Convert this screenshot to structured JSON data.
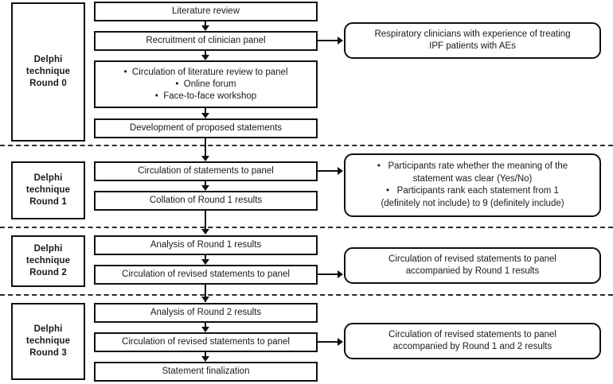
{
  "figure": {
    "type": "flowchart",
    "title": "Delphi technique process flow",
    "colors": {
      "stroke": "#111111",
      "background": "#ffffff",
      "divider": "#2b2b2b"
    }
  },
  "rounds": [
    {
      "label": "Delphi\ntechnique\nRound 0",
      "label_lines": [
        "Delphi",
        "technique",
        "Round 0"
      ],
      "steps": [
        {
          "text": "Literature review"
        },
        {
          "text": "Recruitment of clinician panel"
        },
        {
          "bullets": [
            "Circulation of literature review to panel",
            "Online forum",
            "Face-to-face workshop"
          ]
        },
        {
          "text": "Development of proposed statements"
        }
      ],
      "note": {
        "lines": [
          "Respiratory clinicians with experience of treating",
          "IPF patients with AEs"
        ]
      }
    },
    {
      "label": "Delphi\ntechnique\nRound 1",
      "label_lines": [
        "Delphi",
        "technique",
        "Round 1"
      ],
      "steps": [
        {
          "text": "Circulation of statements to panel"
        },
        {
          "text": "Collation of Round 1 results"
        }
      ],
      "note": {
        "lines": [
          "•   Participants rate whether the meaning of the",
          "statement was clear (Yes/No)",
          "•   Participants rank each statement from 1",
          "(definitely not include) to 9 (definitely include)"
        ]
      }
    },
    {
      "label": "Delphi\ntechnique\nRound 2",
      "label_lines": [
        "Delphi",
        "technique",
        "Round 2"
      ],
      "steps": [
        {
          "text": "Analysis of Round 1 results"
        },
        {
          "text": "Circulation of revised statements to panel"
        }
      ],
      "note": {
        "lines": [
          "Circulation of revised statements to panel",
          "accompanied by Round 1 results"
        ]
      }
    },
    {
      "label": "Delphi\ntechnique\nRound 3",
      "label_lines": [
        "Delphi",
        "technique",
        "Round 3"
      ],
      "steps": [
        {
          "text": "Analysis of Round 2 results"
        },
        {
          "text": "Circulation of revised statements to panel"
        },
        {
          "text": "Statement finalization"
        }
      ],
      "note": {
        "lines": [
          "Circulation of revised statements to panel",
          "accompanied by Round 1 and 2 results"
        ]
      }
    }
  ],
  "r0": {
    "label1": "Delphi",
    "label2": "technique",
    "label3": "Round 0",
    "step1": "Literature review",
    "step2": "Recruitment of clinician panel",
    "step3_b1": "Circulation of literature review to panel",
    "step3_b2": "Online forum",
    "step3_b3": "Face-to-face workshop",
    "step4": "Development of proposed statements",
    "note_l1": "Respiratory clinicians with experience of treating",
    "note_l2": "IPF patients with AEs"
  },
  "r1": {
    "label1": "Delphi",
    "label2": "technique",
    "label3": "Round 1",
    "step1": "Circulation of statements to panel",
    "step2": "Collation of Round 1 results",
    "note_l1": "Participants rate whether the meaning of the",
    "note_l2": "statement was clear (Yes/No)",
    "note_l3": "Participants rank each statement from 1",
    "note_l4": "(definitely not include) to 9 (definitely include)"
  },
  "r2": {
    "label1": "Delphi",
    "label2": "technique",
    "label3": "Round 2",
    "step1": "Analysis of Round 1 results",
    "step2": "Circulation of revised statements to panel",
    "note_l1": "Circulation of revised statements to panel",
    "note_l2": "accompanied by Round 1 results"
  },
  "r3": {
    "label1": "Delphi",
    "label2": "technique",
    "label3": "Round 3",
    "step1": "Analysis of Round 2 results",
    "step2": "Circulation of revised statements to panel",
    "step3": "Statement finalization",
    "note_l1": "Circulation of revised statements to panel",
    "note_l2": "accompanied by Round 1 and 2 results"
  },
  "glyphs": {
    "bullet": "•"
  }
}
